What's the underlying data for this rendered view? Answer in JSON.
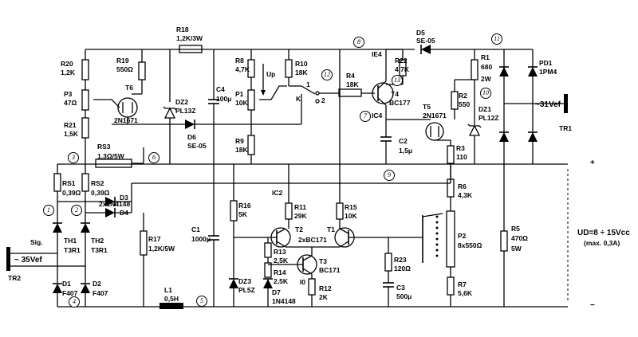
{
  "labels": {
    "r18_ref": "R18",
    "r18_val": "1,2K/3W",
    "r20_ref": "R20",
    "r20_val": "1,2K",
    "r19_ref": "R19",
    "r19_val": "550Ω",
    "p3_ref": "P3",
    "p3_val": "47Ω",
    "r21_ref": "R21",
    "r21_val": "1,5K",
    "t6_ref": "T6",
    "t6_val": "2N1671",
    "dz2_ref": "DZ2",
    "dz2_val": "PL13Z",
    "d6_ref": "D6",
    "d6_val": "SE-05",
    "c4_ref": "C4",
    "c4_val": "100μ",
    "r8_ref": "R8",
    "r8_val": "4,7K",
    "p1_ref": "P1",
    "p1_val": "10K",
    "up": "Up",
    "r9_ref": "R9",
    "r9_val": "18K",
    "r10_ref": "R10",
    "r10_val": "18K",
    "k": "K",
    "sw1": "1",
    "sw2": "2",
    "r4_ref": "R4",
    "r4_val": "18K",
    "ie4": "IE4",
    "r22_ref": "R22",
    "r22_val": "4,7K",
    "t4_ref": "T4",
    "t4_val": "BC177",
    "ic4": "IC4",
    "d5_ref": "D5",
    "d5_val": "SE-05",
    "r1_ref": "R1",
    "r1_val1": "680",
    "r1_val2": "2W",
    "pd1_ref": "PD1",
    "pd1_val": "1PM4",
    "r2_ref": "R2",
    "r2_val": "550",
    "dz1_ref": "DZ1",
    "dz1_val": "PL12Z",
    "t5_ref": "T5",
    "t5_val": "2N1671",
    "c2_ref": "C2",
    "c2_val": "1,5μ",
    "r3_ref": "R3",
    "r3_val": "110",
    "tr1_vac": "~31Vef",
    "tr1_ref": "TR1",
    "rs3_ref": "RS3",
    "rs3_val": "1,3Ω/5W",
    "rs1_ref": "RS1",
    "rs1_val": "0,39Ω",
    "rs2_ref": "RS2",
    "rs2_val": "0,39Ω",
    "d3": "D3",
    "d4": "D4",
    "d34_val": "2x1N4148",
    "th1_ref": "TH1",
    "th1_val": "T3R1",
    "th2_ref": "TH2",
    "th2_val": "T3R1",
    "sig": "Sig.",
    "tr2_vac": "~ 35Vef",
    "tr2_ref": "TR2",
    "d1_ref": "D1",
    "d1_val": "F407",
    "d2_ref": "D2",
    "d2_val": "F407",
    "r17_ref": "R17",
    "r17_val": "1,2K/5W",
    "l1_ref": "L1",
    "l1_val": "0,5H",
    "c1_ref": "C1",
    "c1_val": "1000μ",
    "r16_ref": "R16",
    "r16_val": "5K",
    "dz3_ref": "DZ3",
    "dz3_val": "PL5Z",
    "d7_ref": "D7",
    "d7_val": "1N4148",
    "ic2": "IC2",
    "r11_ref": "R11",
    "r11_val": "29K",
    "r15_ref": "R15",
    "r15_val": "10K",
    "t2_ref": "T2",
    "t1_ref": "T1",
    "t12_val": "2xBC171",
    "r13_ref": "R13",
    "r13_val": "2,5K",
    "r14_ref": "R14",
    "r14_val": "2,5K",
    "t3_ref": "T3",
    "t3_val": "BC171",
    "i0": "I0",
    "r12_ref": "R12",
    "r12_val": "2K",
    "r23_ref": "R23",
    "r23_val": "120Ω",
    "c3_ref": "C3",
    "c3_val": "500μ",
    "r6_ref": "R6",
    "r6_val": "4,3K",
    "p2_ref": "P2",
    "p2_val": "8x550Ω",
    "r7_ref": "R7",
    "r7_val": "5,6K",
    "r5_ref": "R5",
    "r5_val1": "470Ω",
    "r5_val2": "5W",
    "ud": "UD=8 ÷ 15Vcc",
    "ud_note": "(max. 0,3A)",
    "plus": "+",
    "minus": "−"
  },
  "nodes": {
    "n1": "1",
    "n2": "2",
    "n3": "3",
    "n4": "4",
    "n5": "5",
    "n6": "6",
    "n7": "7",
    "n8": "8",
    "n9": "9",
    "n10": "10",
    "n11": "11",
    "n12": "12",
    "n13": "13"
  }
}
